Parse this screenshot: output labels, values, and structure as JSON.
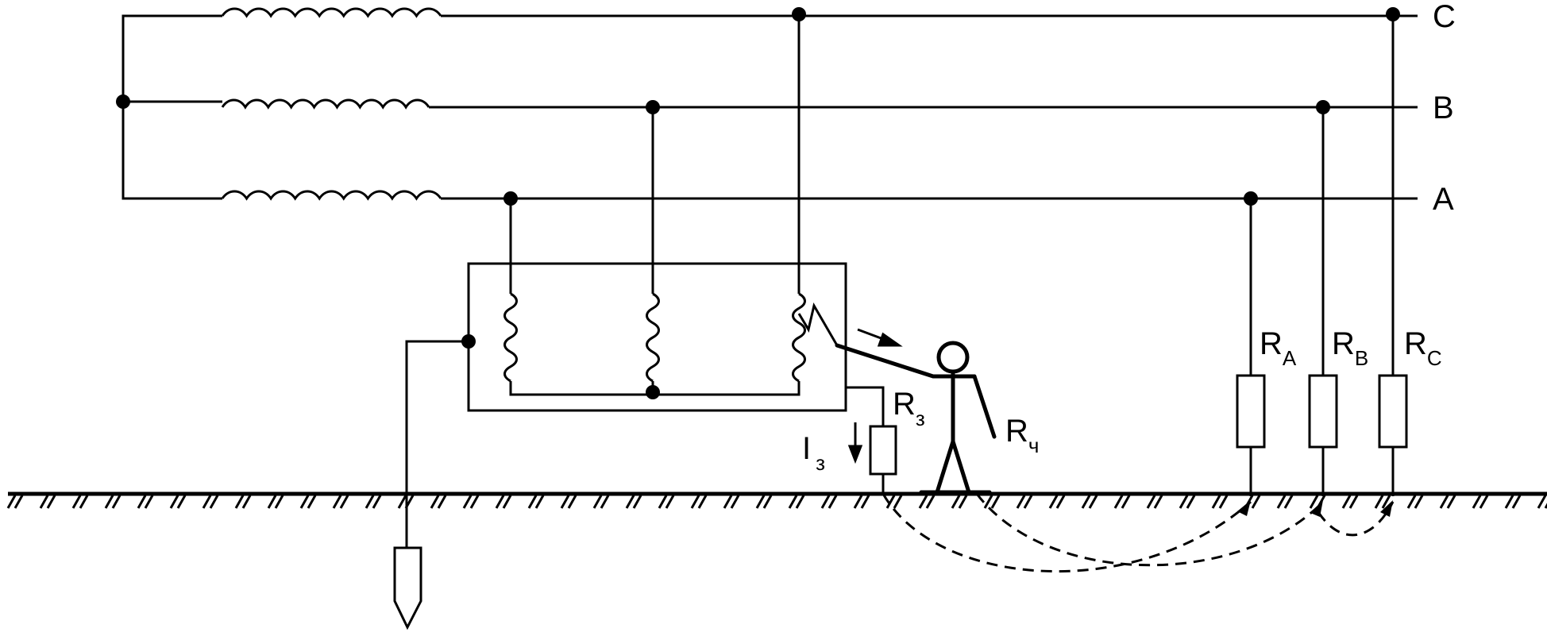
{
  "phases": {
    "c": "C",
    "b": "B",
    "a": "A"
  },
  "resistors": {
    "ra": {
      "main": "R",
      "sub": "A"
    },
    "rb": {
      "main": "R",
      "sub": "B"
    },
    "rc": {
      "main": "R",
      "sub": "C"
    },
    "rz": {
      "main": "R",
      "sub": "з"
    },
    "rh": {
      "main": "R",
      "sub": "ч"
    }
  },
  "current": {
    "main": "I",
    "sub": "з"
  }
}
